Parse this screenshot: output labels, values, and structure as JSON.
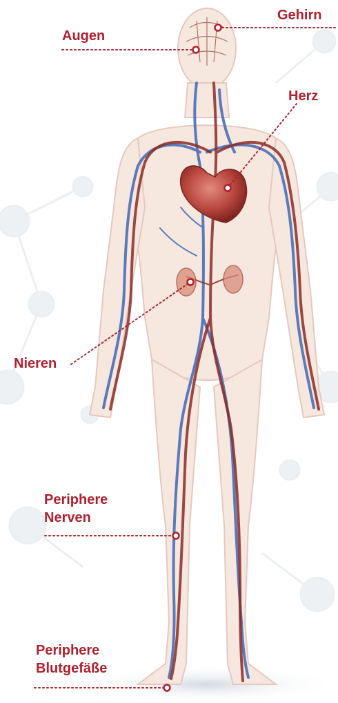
{
  "accent_color": "#b0202e",
  "vein_color": "#3f67b5",
  "artery_color": "#8c2b26",
  "labels": {
    "gehirn": "Gehirn",
    "augen": "Augen",
    "herz": "Herz",
    "nieren": "Nieren",
    "periphere_nerven": [
      "Periphere",
      "Nerven"
    ],
    "periphere_blutgefaesse": [
      "Periphere",
      "Blutgefäße"
    ]
  }
}
